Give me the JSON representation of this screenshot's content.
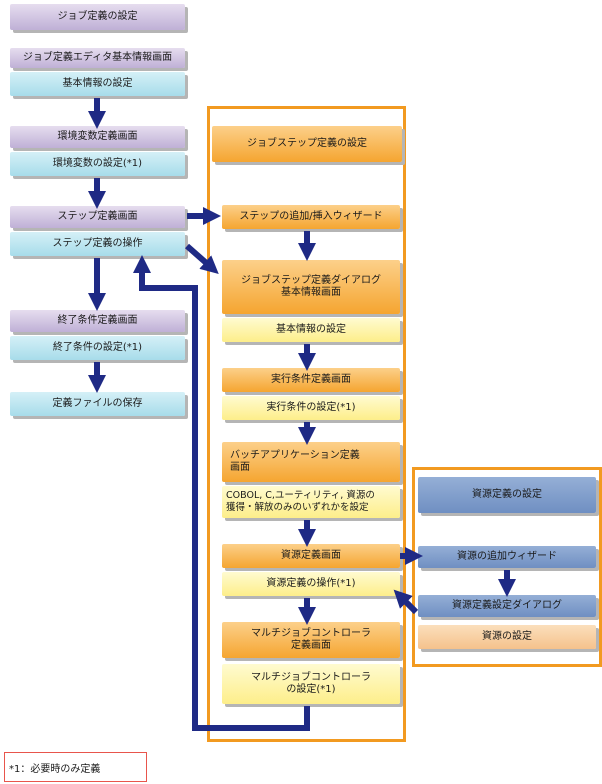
{
  "left": {
    "job_def": "ジョブ定義の設定",
    "editor_screen": "ジョブ定義エディタ基本情報画面",
    "basic_info": "基本情報の設定",
    "env_screen": "環境変数定義画面",
    "env_set": "環境変数の設定(*1)",
    "step_screen": "ステップ定義画面",
    "step_op": "ステップ定義の操作",
    "end_screen": "終了条件定義画面",
    "end_set": "終了条件の設定(*1)",
    "save": "定義ファイルの保存"
  },
  "middle": {
    "jobstep": "ジョブステップ定義の設定",
    "wizard": "ステップの追加/挿入ウィザード",
    "dialog": "ジョブステップ定義ダイアログ\n基本情報画面",
    "basic_set": "基本情報の設定",
    "exec_screen": "実行条件定義画面",
    "exec_set": "実行条件の設定(*1)",
    "batch_screen": "バッチアプリケーション定義\n画面",
    "cobol": "COBOL, C,ユーティリティ, 資源の\n獲得・解放のみのいずれかを設定",
    "res_screen": "資源定義画面",
    "res_op": "資源定義の操作(*1)",
    "multi_screen": "マルチジョブコントローラ\n定義画面",
    "multi_set": "マルチジョブコントローラ\nの設定(*1)"
  },
  "right": {
    "res_def": "資源定義の設定",
    "res_wizard": "資源の追加ウィザード",
    "res_dialog": "資源定義設定ダイアログ",
    "res_set": "資源の設定"
  },
  "note": "*1：必要時のみ定義",
  "colors": {
    "arrow": "#1f2a85",
    "frame": "#f29a20",
    "note_border": "#e8554c"
  }
}
